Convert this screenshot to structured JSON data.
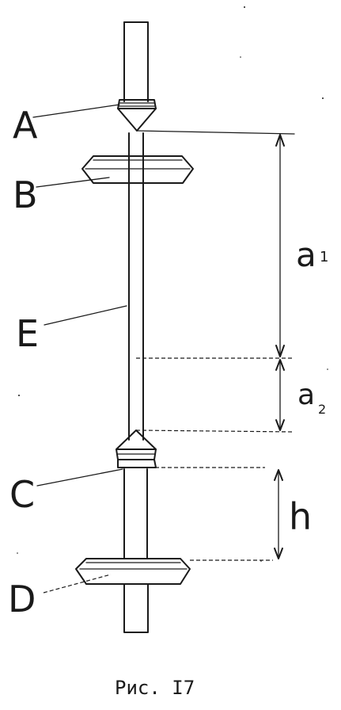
{
  "labels": {
    "A": "A",
    "B": "B",
    "C": "C",
    "D": "D",
    "E": "E"
  },
  "dimensions": {
    "a1": "a",
    "a1_sub": "1",
    "a2": "a",
    "a2_sub": "2",
    "h": "h"
  },
  "caption": "Рис. I7",
  "colors": {
    "ink": "#1a1a1a",
    "paper": "#ffffff"
  }
}
